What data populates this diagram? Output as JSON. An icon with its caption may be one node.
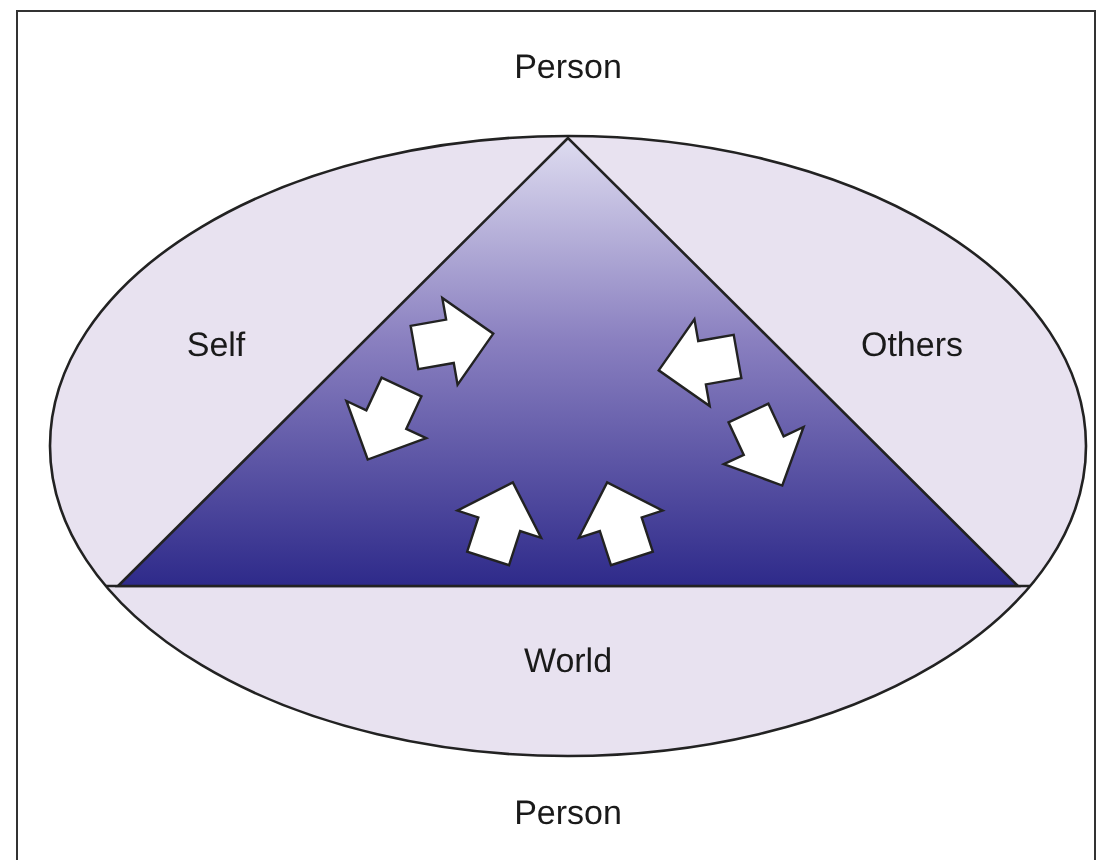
{
  "diagram": {
    "labels": [
      "Person",
      "Self",
      "Others",
      "World",
      "Person"
    ]
  }
}
